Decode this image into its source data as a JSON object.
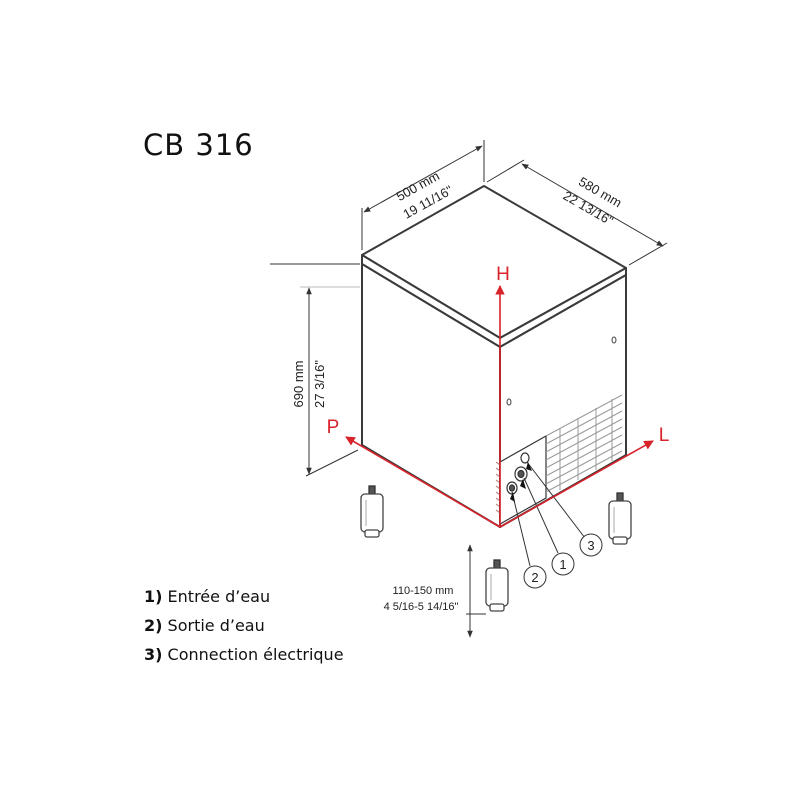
{
  "title": "CB 316",
  "dimensions": {
    "width_mm": "500 mm",
    "width_in": "19 11/16\"",
    "depth_mm": "580 mm",
    "depth_in": "22 13/16\"",
    "height_mm": "690 mm",
    "height_in": "27 3/16\"",
    "feet_mm": "110-150 mm",
    "feet_in": "4 5/16-5 14/16\""
  },
  "axes": {
    "h": "H",
    "p": "P",
    "l": "L"
  },
  "callouts": [
    "1",
    "2",
    "3"
  ],
  "legend": [
    {
      "num": "1)",
      "text": "Entrée d’eau"
    },
    {
      "num": "2)",
      "text": "Sortie d’eau"
    },
    {
      "num": "3)",
      "text": "Connection électrique"
    }
  ],
  "colors": {
    "axis": "#d9232b",
    "line": "#3a3a3a",
    "grille": "#9a9a9a"
  }
}
